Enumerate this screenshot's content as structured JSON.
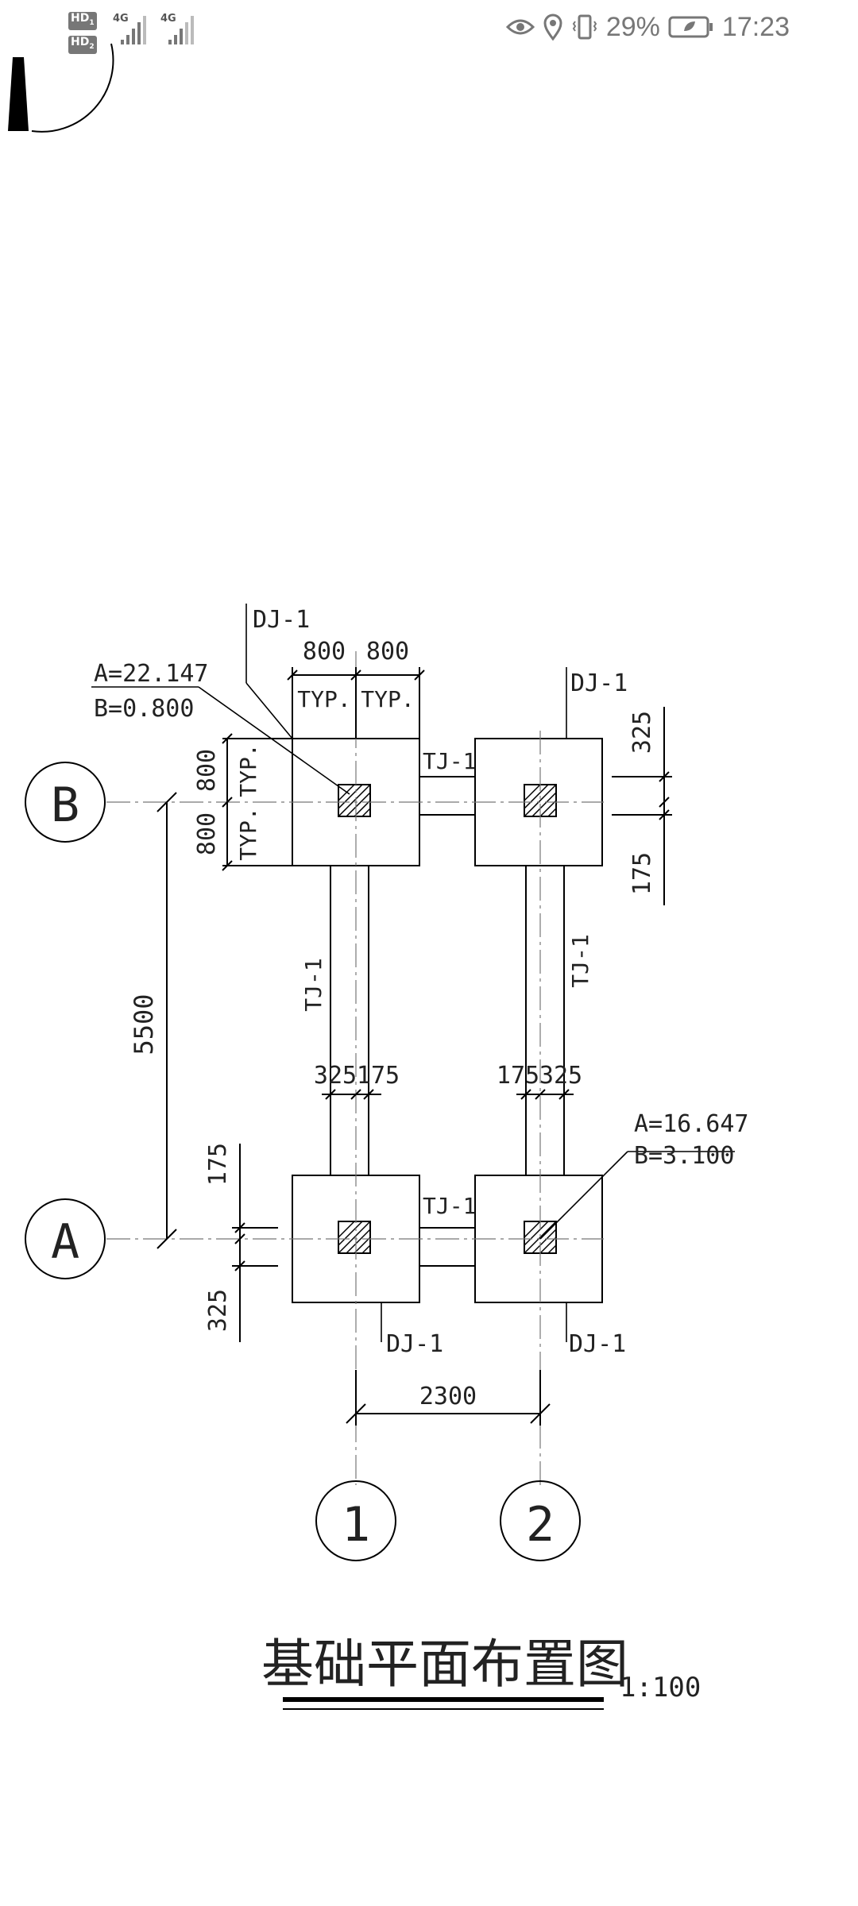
{
  "status_bar": {
    "hd1": "HD",
    "hd1_sub": "1",
    "hd2": "HD",
    "hd2_sub": "2",
    "sig1_label": "4G",
    "sig2_label": "4G",
    "battery_pct": "29%",
    "time": "17:23",
    "icons": [
      "eye-icon",
      "location-icon",
      "vibrate-icon",
      "battery-icon"
    ]
  },
  "drawing": {
    "footings_top": [
      {
        "label": "DJ-1"
      },
      {
        "label": "DJ-1"
      }
    ],
    "footings_bottom": [
      {
        "label": "DJ-1"
      },
      {
        "label": "DJ-1"
      }
    ],
    "beam_labels": {
      "top_horizontal": "TJ-1",
      "bottom_horizontal": "TJ-1",
      "left_vertical": "TJ-1",
      "right_vertical": "TJ-1"
    },
    "annotation_top_left": {
      "a": "A=22.147",
      "b": "B=0.800"
    },
    "annotation_bottom_right": {
      "a": "A=16.647",
      "b": "B=3.100"
    },
    "dims": {
      "top_w1": "800",
      "top_w2": "800",
      "typ": "TYP.",
      "left_h1": "800",
      "left_h2": "800",
      "right_325": "325",
      "right_175": "175",
      "span_y": "5500",
      "mid_325_l": "325",
      "mid_175_l": "175",
      "mid_175_r": "175",
      "mid_325_r": "325",
      "left_175": "175",
      "left_325": "325",
      "span_x": "2300"
    },
    "grid_axes": {
      "row_b": "B",
      "row_a": "A",
      "col_1": "1",
      "col_2": "2"
    },
    "title": "基础平面布置图",
    "scale": "1:100"
  }
}
